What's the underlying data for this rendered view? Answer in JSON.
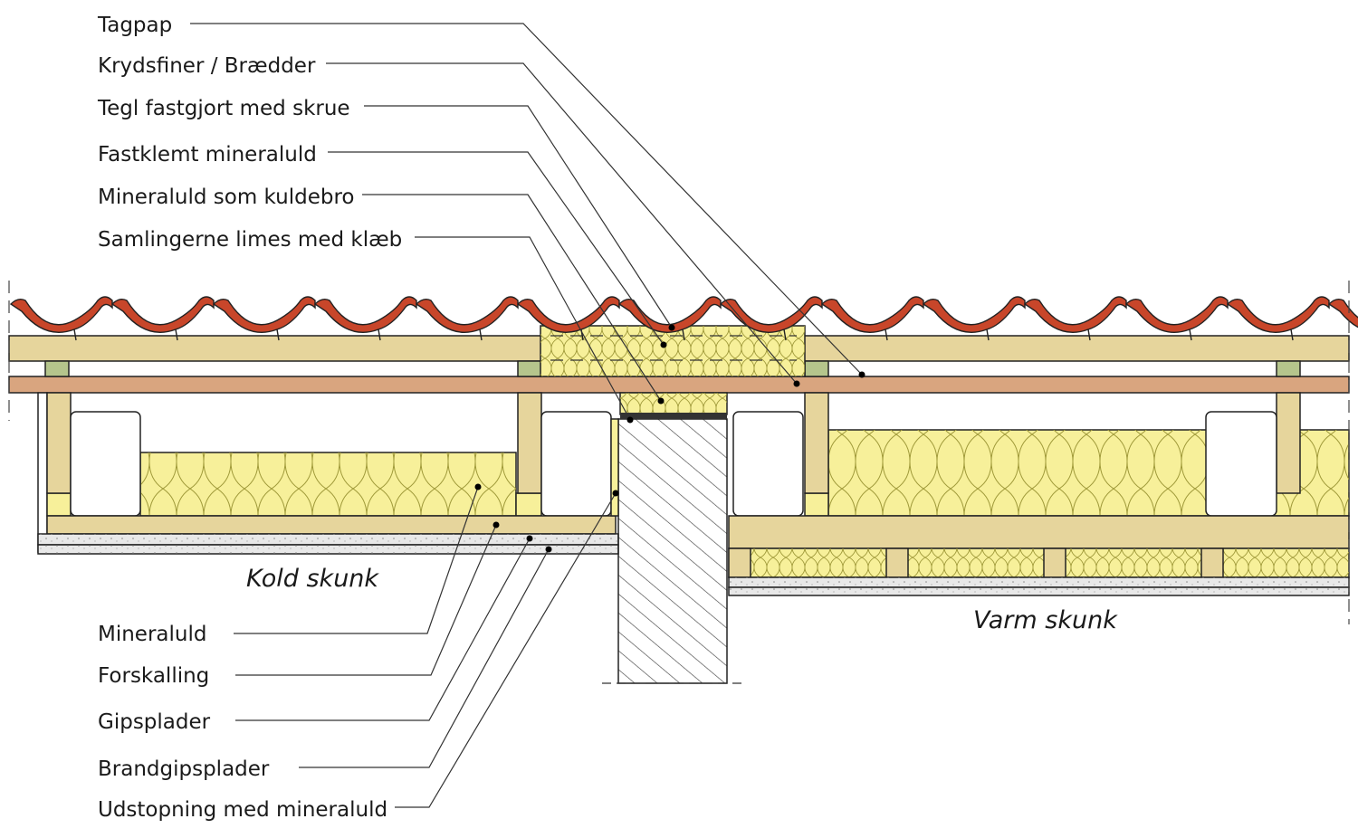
{
  "labels_top": [
    "Tagpap",
    "Krydsfiner / Brædder",
    "Tegl fastgjort med skrue",
    "Fastklemt mineraluld",
    "Mineraluld som kuldebro",
    "Samlingerne limes med klæb"
  ],
  "labels_bottom": [
    "Mineraluld",
    "Forskalling",
    "Gipsplader",
    "Brandgipsplader",
    "Udstopning med mineraluld"
  ],
  "zones": {
    "cold": "Kold skunk",
    "warm": "Varm skunk"
  },
  "colors": {
    "tile": "#c8462a",
    "timber": "#e6d59c",
    "batten": "#b5c58c",
    "deck": "#d9a57f",
    "insulation": "#f7f09a",
    "wall_hatch": "#333333",
    "gypsum": "#e8e8e8"
  }
}
